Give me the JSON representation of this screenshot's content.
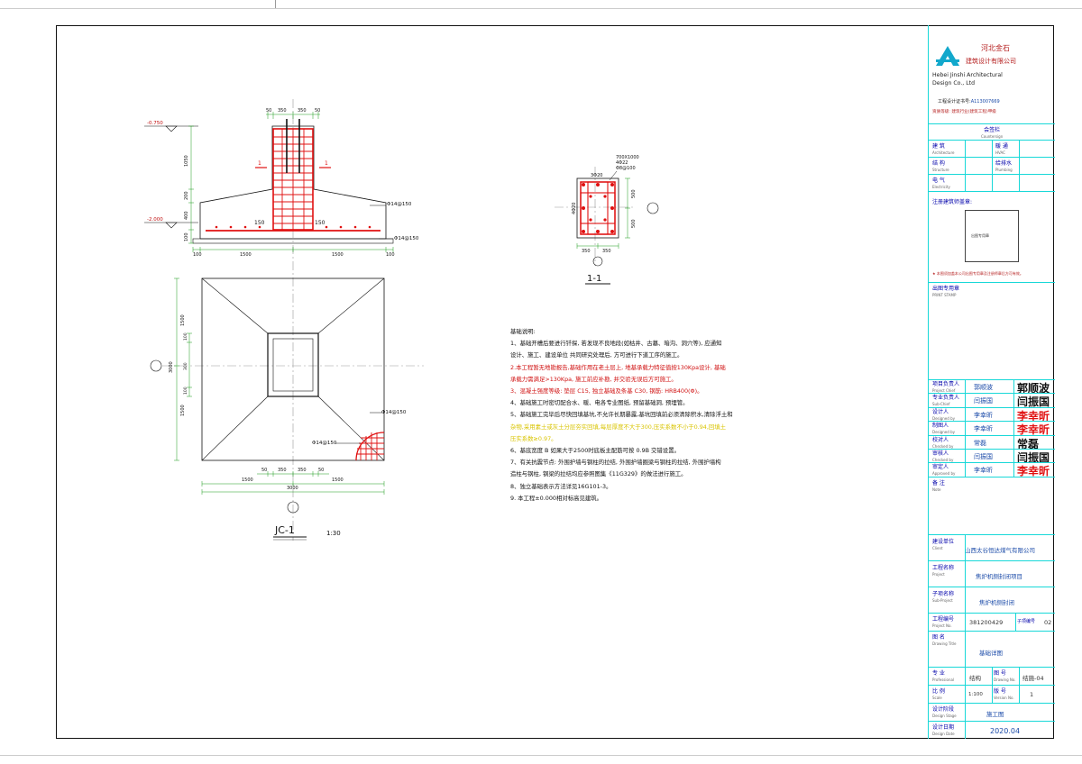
{
  "drawing": {
    "elevation": {
      "level_top": "-0.750",
      "level_bottom": "-2.000",
      "dim_top": [
        "50",
        "350",
        "350",
        "50"
      ],
      "dim_left": [
        "1050",
        "200",
        "400",
        "100"
      ],
      "dim_bottom": [
        "100",
        "1500",
        "1500",
        "100"
      ],
      "label_150_left": "150",
      "label_150_right": "150",
      "rebar_1": "Φ14@150",
      "rebar_2": "Φ14@150",
      "section_mark_left": "1",
      "section_mark_right": "1"
    },
    "plan": {
      "dim_left": [
        "1500",
        "1500"
      ],
      "dim_total_left": "3000",
      "dim_inner_left": [
        "100",
        "300",
        "100"
      ],
      "dim_bottom_row1": [
        "50",
        "350",
        "350",
        "50"
      ],
      "dim_bottom_row2": [
        "1500",
        "1500"
      ],
      "dim_bottom_total": "3000",
      "rebar_1": "Φ14@150",
      "rebar_2": "Φ14@150",
      "title": "JC-1",
      "scale": "1:30"
    },
    "section": {
      "label_a": "700X1000",
      "label_b": "4Φ22",
      "label_c": "Φ8@100",
      "label_d": "3Φ20",
      "label_e": "4Φ20",
      "dim_right": [
        "500",
        "500"
      ],
      "dim_bottom": [
        "350",
        "350"
      ],
      "title": "1-1"
    }
  },
  "notes": {
    "title": "基础说明:",
    "lines": [
      {
        "text": "1、基础开槽后要进行钎探, 若发现不良地段(如枯井、古墓、暗沟、洞穴等), 应通知",
        "style": "normal"
      },
      {
        "text": "设计、施工、建设单位 共同研究处理后, 方可进行下道工序的施工。",
        "style": "normal"
      },
      {
        "text": "2.本工程暂无地勘报告,基础作用在老土层上, 地基承载力特征值按130Kpa设计, 基础",
        "style": "red"
      },
      {
        "text": "承载力需满足>130Kpa, 施工前应补勘, 并交验无误后方可施工。",
        "style": "red"
      },
      {
        "text": "3、混凝土强度等级: 垫层 C15, 独立基础及条基 C30, 钢筋: HRB400(Φ)。",
        "style": "red"
      },
      {
        "text": "4、基础施工时密切配合水、暖、电各专业图纸, 预留基础洞, 预埋管。",
        "style": "normal"
      },
      {
        "text": "5、基础施工完毕后尽快回填基坑,不允许长期暴露,基坑回填前必须清除积水,清除浮土和",
        "style": "normal"
      },
      {
        "text": "杂物,采用素土或灰土分层夯实回填,每层厚度不大于300,压实系数不小于0.94,回填土",
        "style": "yellow"
      },
      {
        "text": "压实系数≥0.97。",
        "style": "yellow"
      },
      {
        "text": "6、基底宽度 B 如果大于2500时底板主配筋可按 0.9B 交错设置。",
        "style": "normal"
      },
      {
        "text": "7、有关抗震节点: 外围护墙与钢柱的拉结, 外围护墙圈梁与钢柱的拉结, 外围护墙构",
        "style": "normal"
      },
      {
        "text": "造柱与钢柱, 钢梁的拉结均应参照图集《11G329》的做法进行施工。",
        "style": "normal"
      },
      {
        "text": "8、独立基础表示方法详见16G101-3。",
        "style": "normal"
      },
      {
        "text": "9. 本工程±0.000相对标高见建筑。",
        "style": "normal"
      }
    ]
  },
  "title_block": {
    "company_cn_1": "河北金石",
    "company_cn_2": "建筑设计有限公司",
    "company_en_1": "Hebei Jinshi Architectural",
    "company_en_2": "Design Co., Ltd",
    "cert_label": "工程设计证书号:",
    "cert_no": "A113007669",
    "qualification": "资质等级: 建筑行业(建筑工程)甲级",
    "cosign_header": "会签栏",
    "cosign_header_en": "Countersign",
    "cosign": [
      {
        "label": "建 筑",
        "en": "Architecture",
        "label2": "暖 通",
        "en2": "HVAC"
      },
      {
        "label": "结 构",
        "en": "Structure",
        "label2": "给排水",
        "en2": "Plumbing"
      },
      {
        "label": "电 气",
        "en": "Electricity",
        "label2": "",
        "en2": ""
      }
    ],
    "stamp_area_label": "注册建筑师盖章:",
    "stamp_text": "出图专用章",
    "stamp_note": "★ 本图须加盖本公司出图专用章及注册师章后方可有效。",
    "out_stamp_label": "出图专用章",
    "out_stamp_en": "PRINT STAMP",
    "roles": [
      {
        "label": "项目负责人",
        "en": "Project Chief",
        "name": "郭顺波",
        "signature": "郭顺波",
        "sig_red": false
      },
      {
        "label": "专业负责人",
        "en": "Sub-Chief",
        "name": "闫振国",
        "signature": "闫振国",
        "sig_red": false
      },
      {
        "label": "设计人",
        "en": "Designed by",
        "name": "李幸昕",
        "signature": "李幸昕",
        "sig_red": true
      },
      {
        "label": "制图人",
        "en": "Designed by",
        "name": "李幸昕",
        "signature": "李幸昕",
        "sig_red": true
      },
      {
        "label": "校对人",
        "en": "Checked by",
        "name": "常磊",
        "signature": "常磊",
        "sig_red": false
      },
      {
        "label": "审核人",
        "en": "Checked by",
        "name": "闫振国",
        "signature": "闫振国",
        "sig_red": false
      },
      {
        "label": "审定人",
        "en": "Approved by",
        "name": "李幸昕",
        "signature": "李幸昕",
        "sig_red": true
      }
    ],
    "remark_label": "备 注",
    "remark_en": "Note",
    "client_label": "建设单位",
    "client_en": "Client",
    "client": "山西太谷恒达煤气有限公司",
    "project_label": "工程名称",
    "project_en": "Project",
    "project": "焦炉机侧封闭项目",
    "subproject_label": "子项名称",
    "subproject_en": "Sub-Project",
    "subproject": "焦炉机侧封闭",
    "project_no_label": "工程编号",
    "project_no_en": "Project No.",
    "project_no": "381200429",
    "sub_no_label": "子项编号",
    "sub_no": "02",
    "drawing_title_label": "图 名",
    "drawing_title_en": "Drawing Title",
    "drawing_title": "基础详图",
    "discipline_label": "专 业",
    "discipline_en": "Professional",
    "discipline": "结构",
    "drawing_no_label": "图 号",
    "drawing_no_en": "Drawing No.",
    "drawing_no": "结施-04",
    "scale_label": "比 例",
    "scale_en": "Scale",
    "scale": "1:100",
    "version_label": "版 号",
    "version_en": "Version No.",
    "version": "1",
    "stage_label": "设计阶段",
    "stage_en": "Design Stage",
    "stage": "施工图",
    "date_label": "设计日期",
    "date_en": "Design Date",
    "date": "2020.04"
  },
  "colors": {
    "frame": "#111111",
    "title_block": "#18d8d8",
    "rebar": "#e01010",
    "dim": "#1a9a1a",
    "notes_red": "#d01010",
    "notes_yellow": "#d9c400"
  }
}
